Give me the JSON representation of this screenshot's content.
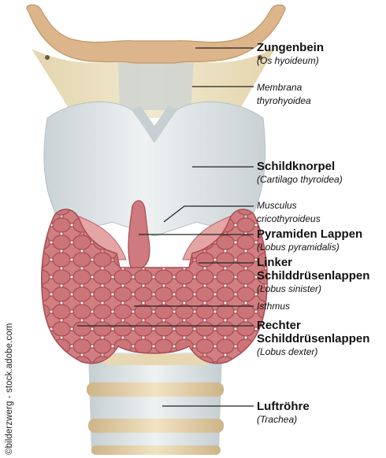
{
  "labels": {
    "zungenbein": {
      "name": "Zungenbein",
      "latin": "(Os hyoideum)"
    },
    "membrana": {
      "line1": "Membrana",
      "line2": "thyrohyoidea"
    },
    "schildknorpel": {
      "name": "Schildknorpel",
      "latin": "(Cartilago thyroidea)"
    },
    "musculus": {
      "line1": "Musculus",
      "line2": "cricothyroideus"
    },
    "pyramiden": {
      "name": "Pyramiden Lappen",
      "latin": "(Lobus pyramidalis)"
    },
    "linker": {
      "line1": "Linker",
      "line2": "Schilddrüsenlappen",
      "latin": "(Lobus sinister)"
    },
    "isthmus": {
      "name": "Isthmus"
    },
    "rechter": {
      "line1": "Rechter",
      "line2": "Schilddrüsenlappen",
      "latin": "(Lobus dexter)"
    },
    "luftroehre": {
      "name": "Luftröhre",
      "latin": "(Trachea)"
    }
  },
  "credit": "©bilderzwerg - stock.adobe.com",
  "colors": {
    "hyoid": "#ddb58a",
    "membrane": "#e9deb8",
    "cartilage": "#dde4e6",
    "thyroid": "#c7656a",
    "trachea_ring": "#e6d3aa",
    "leader": "#222222"
  }
}
